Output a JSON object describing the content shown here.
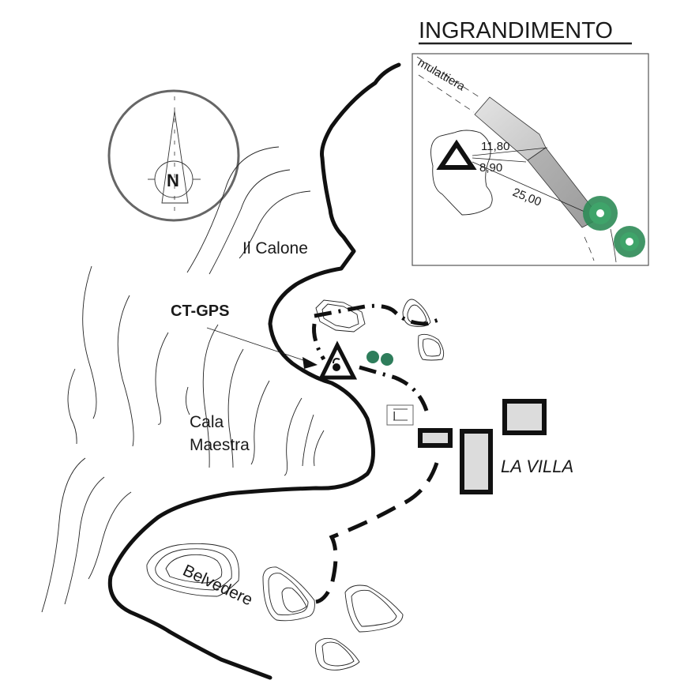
{
  "map": {
    "inset_title": "INGRANDIMENTO",
    "inset": {
      "path_label": "mulattiera",
      "distances": [
        "11,80",
        "8,90",
        "25,00"
      ]
    },
    "compass": {
      "north_label": "N"
    },
    "places": {
      "il_calone": "Il Calone",
      "ct_gps": "CT-GPS",
      "cala": "Cala",
      "maestra": "Maestra",
      "la_villa": "LA VILLA",
      "belvedere": "Belvedere"
    },
    "colors": {
      "coastline": "#111111",
      "building_fill": "#dcdcdc",
      "tree": "#2e8b57",
      "compass_ring": "#666666"
    }
  }
}
